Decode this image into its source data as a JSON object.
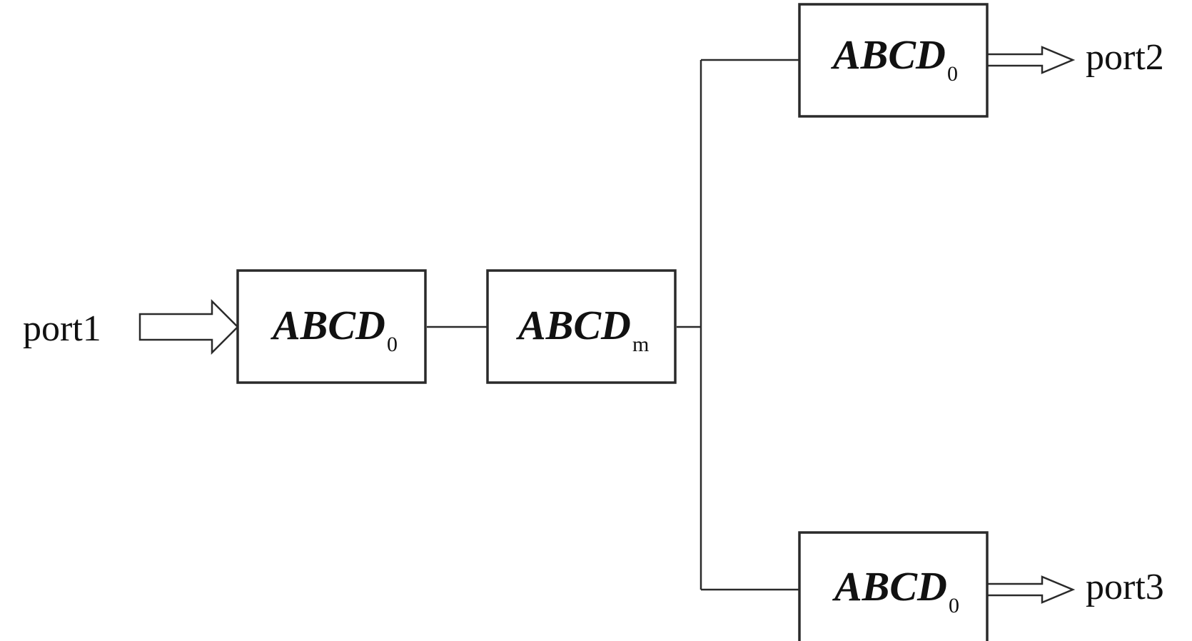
{
  "diagram": {
    "ports": {
      "port1": "port1",
      "port2": "port2",
      "port3": "port3"
    },
    "blocks": {
      "input_block": {
        "main": "ABCD",
        "sub": "0"
      },
      "middle_block": {
        "main": "ABCD",
        "sub": "m"
      },
      "upper_output_block": {
        "main": "ABCD",
        "sub": "0"
      },
      "lower_output_block": {
        "main": "ABCD",
        "sub": "0"
      }
    },
    "colors": {
      "line": "#2a2a2a",
      "text": "#111111",
      "background": "#ffffff"
    }
  }
}
